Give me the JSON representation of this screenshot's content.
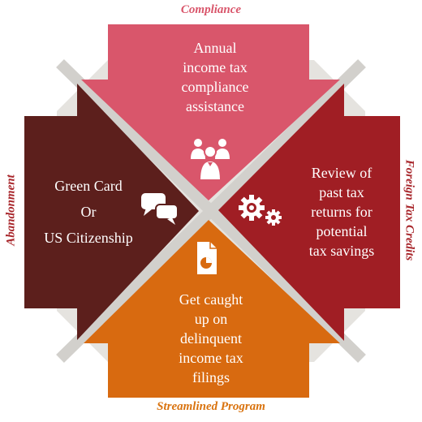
{
  "labels": {
    "top": "Compliance",
    "right": "Foreign Tax Credits",
    "bottom": "Streamlined Program",
    "left": "Abandonment"
  },
  "quadrants": {
    "top": {
      "lines": [
        "Annual",
        "income tax",
        "compliance",
        "assistance"
      ],
      "icon": "people-group-icon",
      "color": "#d9566b"
    },
    "right": {
      "lines": [
        "Review of",
        "past tax",
        "returns for",
        "potential",
        "tax savings"
      ],
      "icon": "gears-icon",
      "color": "#a01e24"
    },
    "bottom": {
      "lines": [
        "Get caught",
        "up on",
        "delinquent",
        "income tax",
        "filings"
      ],
      "icon": "document-chart-icon",
      "color": "#d86a10"
    },
    "left": {
      "lines": [
        "Green Card",
        "Or",
        "US Citizenship"
      ],
      "icon": "chat-bubbles-icon",
      "color": "#5c1f1c"
    }
  },
  "colors": {
    "frame": "#e5e3df",
    "divider": "#cfcdc9",
    "top": "#d9566b",
    "right": "#a01e24",
    "bottom": "#d86a10",
    "left": "#5c1f1c"
  }
}
